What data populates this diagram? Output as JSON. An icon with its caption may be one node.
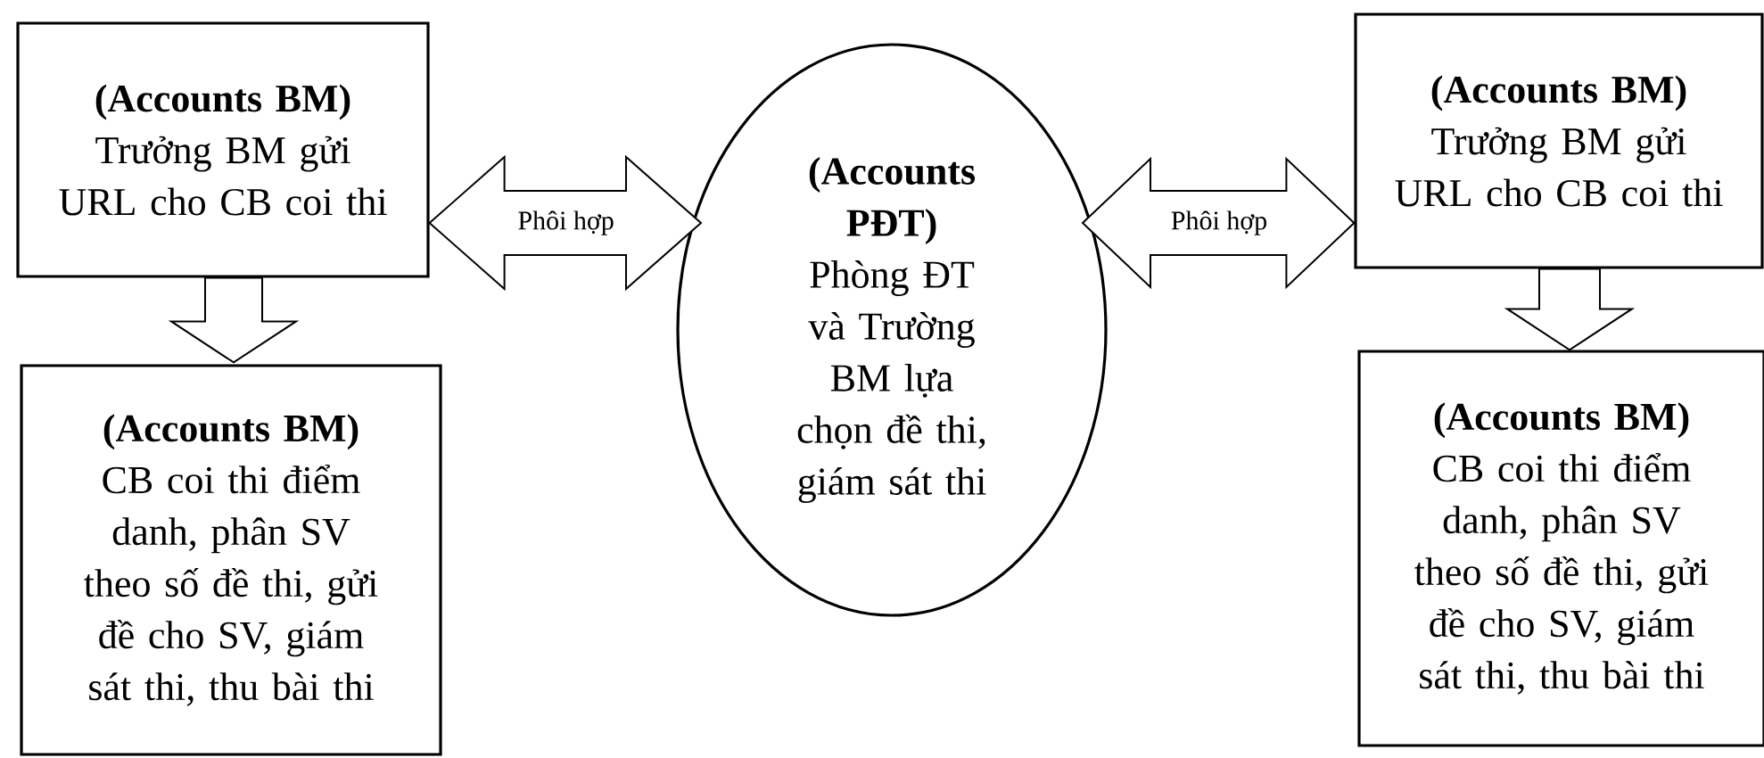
{
  "diagram": {
    "nodes": [
      {
        "text": [
          "(Accounts BM)",
          "Trưởng BM gửi URL cho CB coi thi"
        ]
      },
      {
        "text": [
          "(Accounts BM)",
          "CB coi thi điểm danh, phân SV theo số đề thi, gửi đề cho SV, giám sát thi, thu bài thi"
        ]
      },
      {
        "text": [
          "(Accounts PĐT)",
          "Phòng ĐT và Trường BM lựa chọn đề thi, giám sát thi"
        ]
      },
      {
        "text": [
          "(Accounts BM)",
          "Trưởng BM gửi URL cho CB coi thi"
        ]
      },
      {
        "text": [
          "(Accounts BM)",
          "CB coi thi điểm danh, phân SV theo số đề thi, gửi đề cho SV, giám sát thi, thu bài thi"
        ]
      }
    ],
    "edges": [
      {
        "from": 0,
        "to": 2,
        "arrow": "both",
        "label": "Phôi hợp"
      },
      {
        "from": 2,
        "to": 3,
        "arrow": "both",
        "label": "Phôi hợp"
      },
      {
        "from": 0,
        "to": 1,
        "arrow": "to"
      },
      {
        "from": 3,
        "to": 4,
        "arrow": "to"
      }
    ]
  }
}
